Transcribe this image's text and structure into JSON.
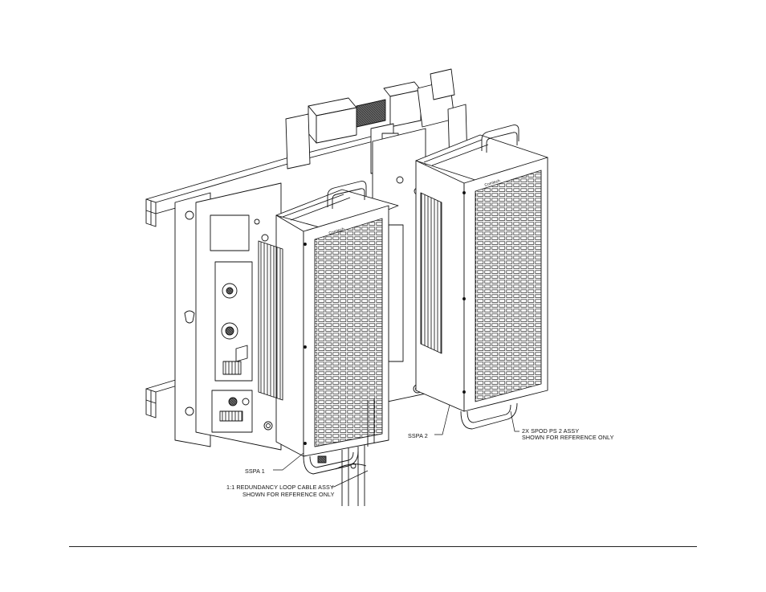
{
  "callouts": {
    "sspa1": "SSPA 1",
    "sspa2": "SSPA 2",
    "spod_line1": "2X SPOD PS 2 ASSY",
    "spod_line2": "SHOWN FOR REFERENCE ONLY",
    "cable_line1": "1:1 REDUNDANCY LOOP  CABLE ASSY",
    "cable_line2": "SHOWN FOR REFERENCE ONLY"
  },
  "colors": {
    "ink": "#111111",
    "paper": "#ffffff",
    "shade": "#9a9a9a"
  }
}
